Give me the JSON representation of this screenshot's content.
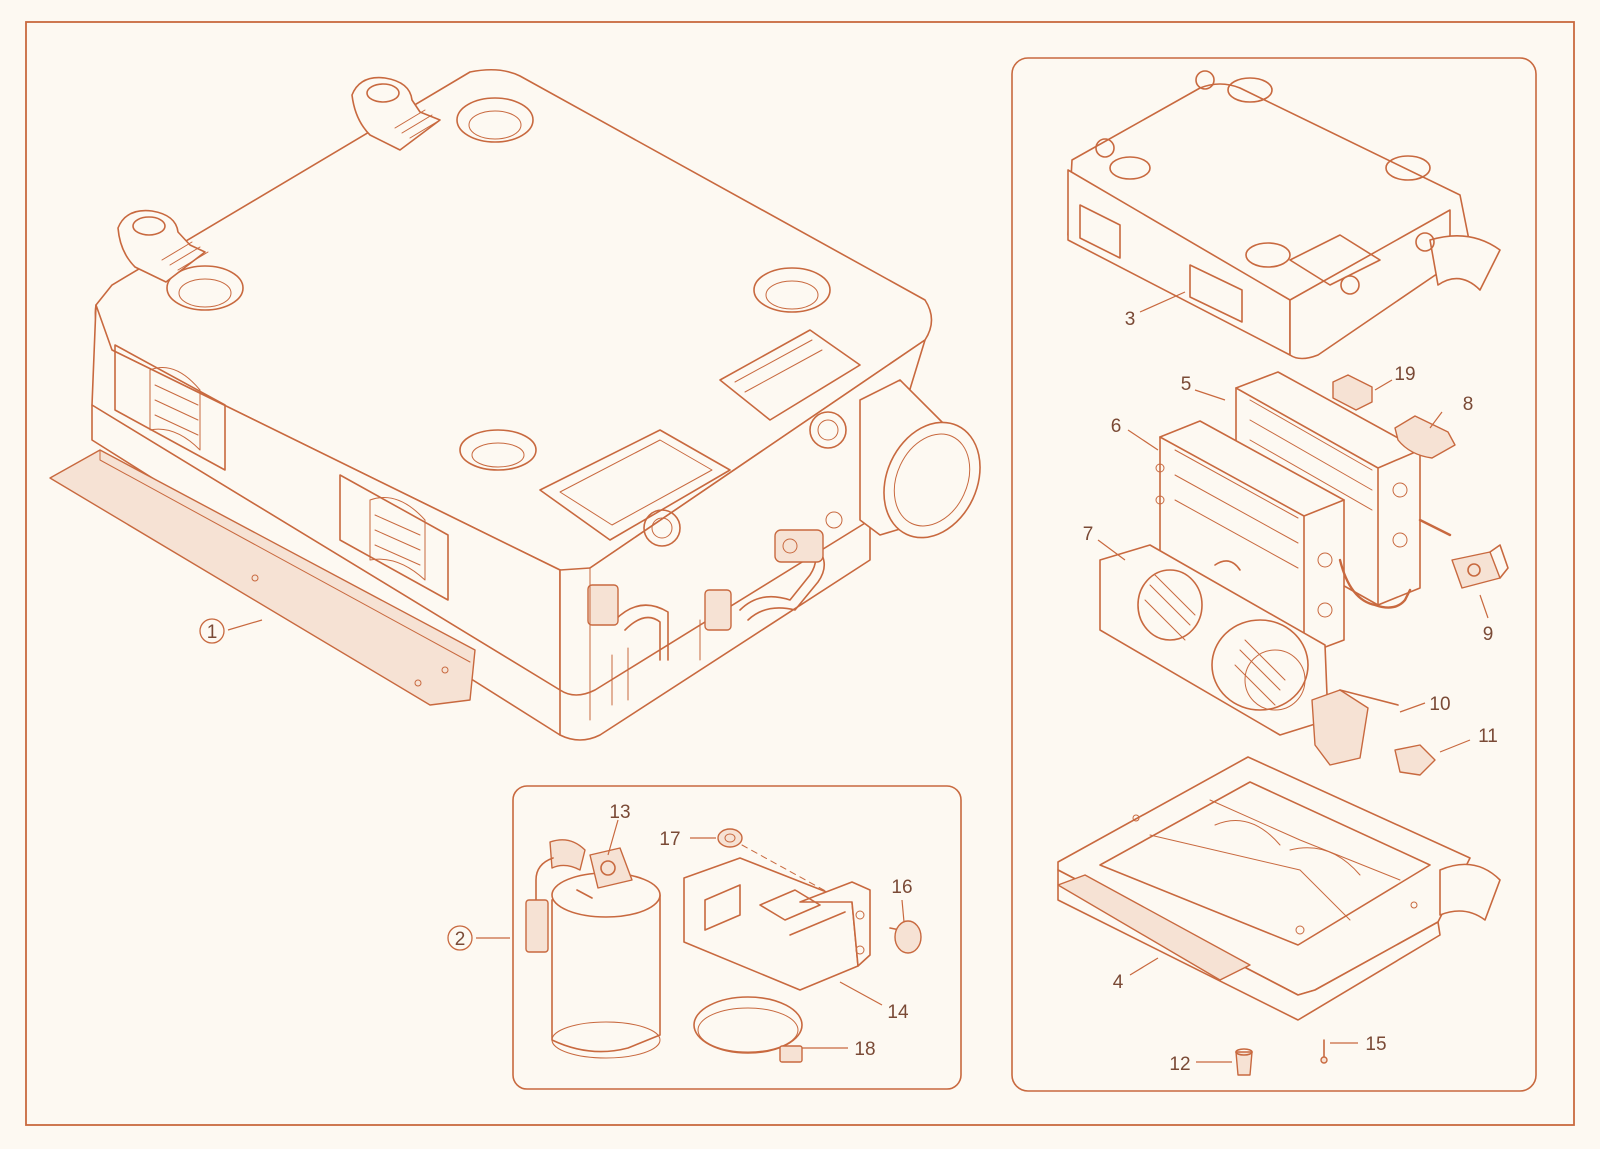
{
  "theme": {
    "line_color": "#c8693f",
    "label_color": "#7a4a36",
    "background": "#fdf9f2"
  },
  "callouts": {
    "c1": "1",
    "c2": "2",
    "c3": "3",
    "c4": "4",
    "c5": "5",
    "c6": "6",
    "c7": "7",
    "c8": "8",
    "c9": "9",
    "c10": "10",
    "c11": "11",
    "c12": "12",
    "c13": "13",
    "c14": "14",
    "c15": "15",
    "c16": "16",
    "c17": "17",
    "c18": "18",
    "c19": "19"
  }
}
